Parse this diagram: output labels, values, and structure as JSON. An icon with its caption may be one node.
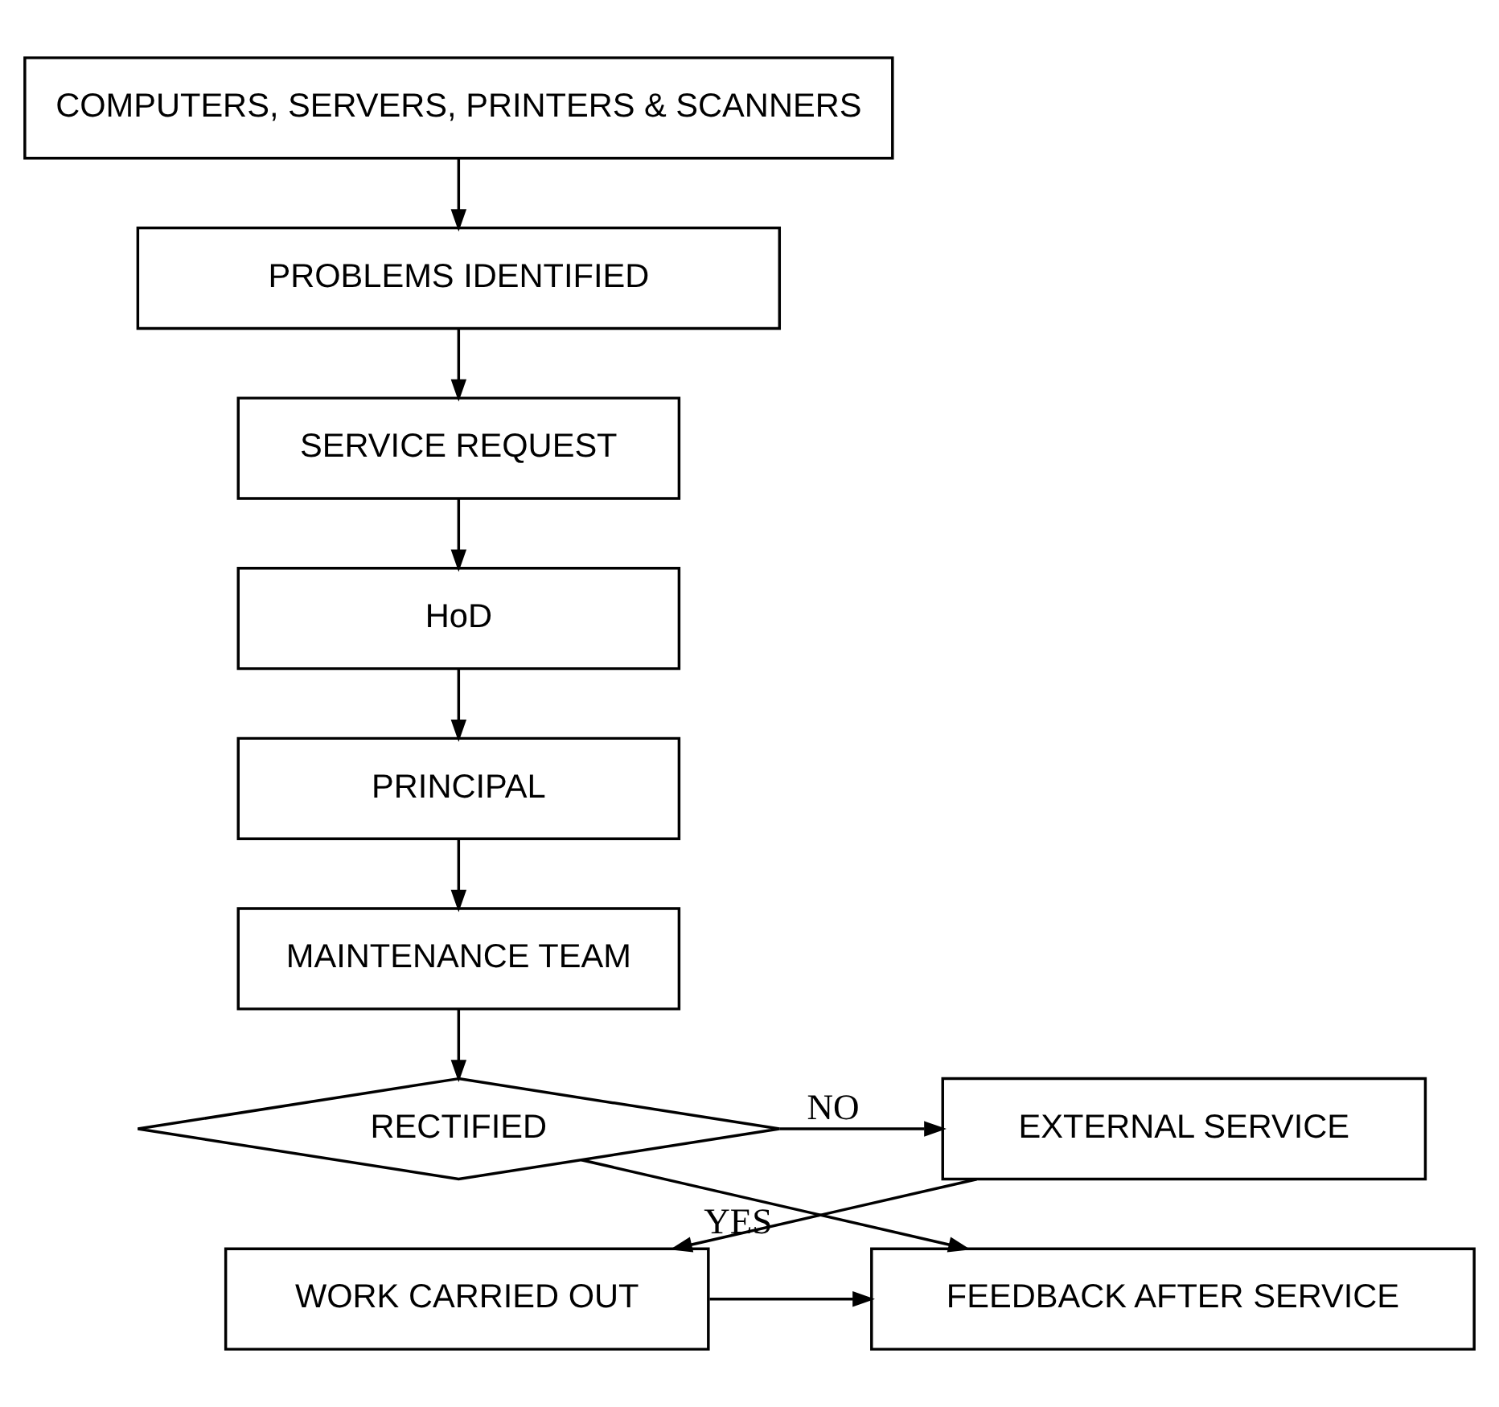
{
  "diagram": {
    "nodes": [
      {
        "text": [
          "COMPUTERS, SERVERS, PRINTERS & SCANNERS"
        ]
      },
      {
        "text": [
          "PROBLEMS IDENTIFIED"
        ]
      },
      {
        "text": [
          "SERVICE REQUEST"
        ]
      },
      {
        "text": [
          "HoD"
        ]
      },
      {
        "text": [
          "PRINCIPAL"
        ]
      },
      {
        "text": [
          "MAINTENANCE TEAM"
        ]
      },
      {
        "text": [
          "RECTIFIED"
        ]
      },
      {
        "text": [
          "EXTERNAL SERVICE"
        ]
      },
      {
        "text": [
          "WORK CARRIED OUT"
        ]
      },
      {
        "text": [
          "FEEDBACK AFTER SERVICE"
        ]
      }
    ],
    "edges": [
      {
        "from": 0,
        "to": 1,
        "arrow": "to"
      },
      {
        "from": 1,
        "to": 2,
        "arrow": "to"
      },
      {
        "from": 2,
        "to": 3,
        "arrow": "to"
      },
      {
        "from": 3,
        "to": 4,
        "arrow": "to"
      },
      {
        "from": 4,
        "to": 5,
        "arrow": "to"
      },
      {
        "from": 5,
        "to": 6,
        "arrow": "to"
      },
      {
        "from": 6,
        "to": 7,
        "label": "NO",
        "arrow": "to"
      },
      {
        "from": 6,
        "to": 9,
        "label": "YES",
        "arrow": "to"
      },
      {
        "from": 7,
        "to": 8,
        "arrow": "to"
      },
      {
        "from": 8,
        "to": 9,
        "arrow": "to"
      }
    ]
  }
}
